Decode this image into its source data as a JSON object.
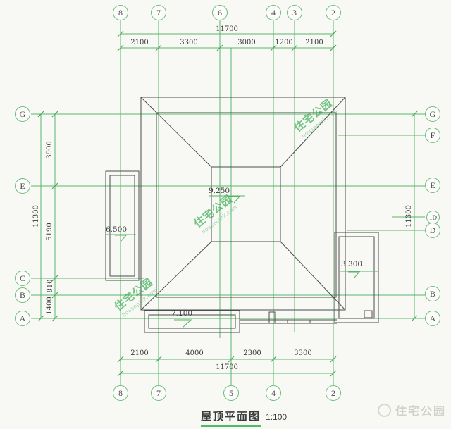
{
  "drawing": {
    "title": "屋顶平面图",
    "scale": "1:100"
  },
  "watermark": {
    "text": "住宅公园",
    "subtext": "housepark.com"
  },
  "logo": {
    "text": "住宅公园"
  },
  "grid": {
    "top": [
      "8",
      "7",
      "6",
      "4",
      "3",
      "2"
    ],
    "bottom": [
      "8",
      "7",
      "5",
      "4",
      "2"
    ],
    "left": [
      "G",
      "E",
      "C",
      "B",
      "A"
    ],
    "right": [
      "G",
      "F",
      "E",
      "1D",
      "D",
      "B",
      "A"
    ]
  },
  "dimensions": {
    "top": {
      "overall": "11700",
      "segments": [
        "2100",
        "3300",
        "3000",
        "1200",
        "2100"
      ]
    },
    "bottom": {
      "overall": "11700",
      "segments": [
        "2100",
        "4000",
        "2300",
        "3300"
      ]
    },
    "left": {
      "overall": "11300",
      "segments": [
        "3900",
        "5190",
        "810",
        "1400"
      ]
    },
    "right": {
      "overall": "11300"
    }
  },
  "elevations": {
    "ridge": "9.250",
    "left_roof": "6.500",
    "right_roof": "3.300",
    "balcony": "7.100"
  },
  "colors": {
    "grid_green": "#5ab669",
    "line_dark": "#4d4d4d",
    "watermark_green": "#3eae55",
    "logo_gray": "#d2d2cb",
    "background": "#f8f8f5"
  }
}
